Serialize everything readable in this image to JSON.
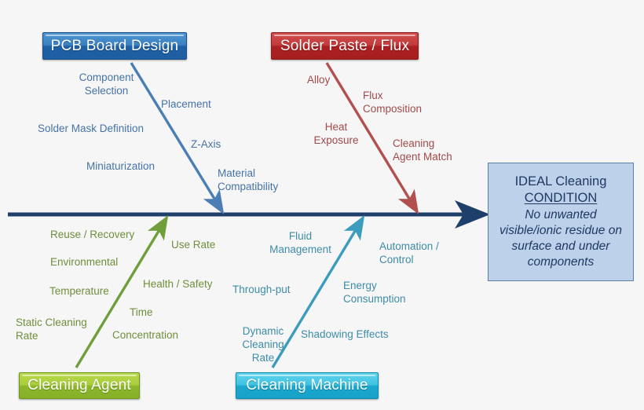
{
  "diagram": {
    "type": "fishbone-ishikawa",
    "background_color": "#f6f6f6",
    "spine_color": "#1f3f6b"
  },
  "categories": [
    {
      "key": "pcb",
      "label": "PCB Board Design",
      "color": "#2f7ec0",
      "position": "top-left"
    },
    {
      "key": "solder",
      "label": "Solder Paste / Flux",
      "color": "#c03a3a",
      "position": "top-right"
    },
    {
      "key": "agent",
      "label": "Cleaning Agent",
      "color": "#9dc62f",
      "position": "bottom-left"
    },
    {
      "key": "machine",
      "label": "Cleaning Machine",
      "color": "#2fbede",
      "position": "bottom-right"
    }
  ],
  "causes": {
    "pcb": [
      "Component\nSelection",
      "Placement",
      "Solder Mask Definition",
      "Z-Axis",
      "Miniaturization",
      "Material\nCompatibility"
    ],
    "solder": [
      "Alloy",
      "Flux\nComposition",
      "Heat\nExposure",
      "Cleaning\nAgent Match"
    ],
    "agent": [
      "Reuse  / Recovery",
      "Use Rate",
      "Environmental",
      "Health / Safety",
      "Temperature",
      "Time",
      "Static Cleaning\nRate",
      "Concentration"
    ],
    "machine": [
      "Fluid\nManagement",
      "Automation /\nControl",
      "Through-put",
      "Energy\nConsumption",
      "Dynamic\nCleaning\nRate",
      "Shadowing Effects"
    ]
  },
  "effect": {
    "title": "IDEAL Cleaning",
    "subtitle": "CONDITION",
    "description": "No unwanted\nvisible/ionic residue\non surface and under\ncomponents",
    "background_color": "#bdd2ea",
    "text_color": "#1f3864"
  }
}
